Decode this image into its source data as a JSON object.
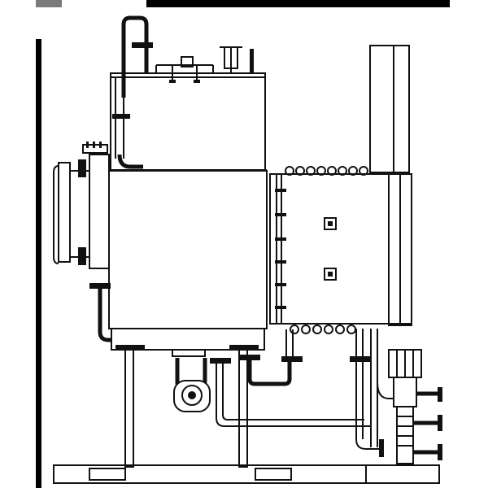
{
  "diagram": {
    "kind": "engineering-elevation-drawing",
    "colors": {
      "line": "#111111",
      "background": "#ffffff",
      "frame_dark": "#000000",
      "frame_gray": "#7a7a7a"
    },
    "components": [
      "frame-border",
      "top-bar",
      "steam-pipe",
      "upper-vessel",
      "main-vessel",
      "left-flange-assembly",
      "right-casing",
      "stack",
      "heat-coils",
      "inspection-port",
      "support-legs",
      "base-skid",
      "burner-unit",
      "feed-pump",
      "piping-network"
    ]
  }
}
